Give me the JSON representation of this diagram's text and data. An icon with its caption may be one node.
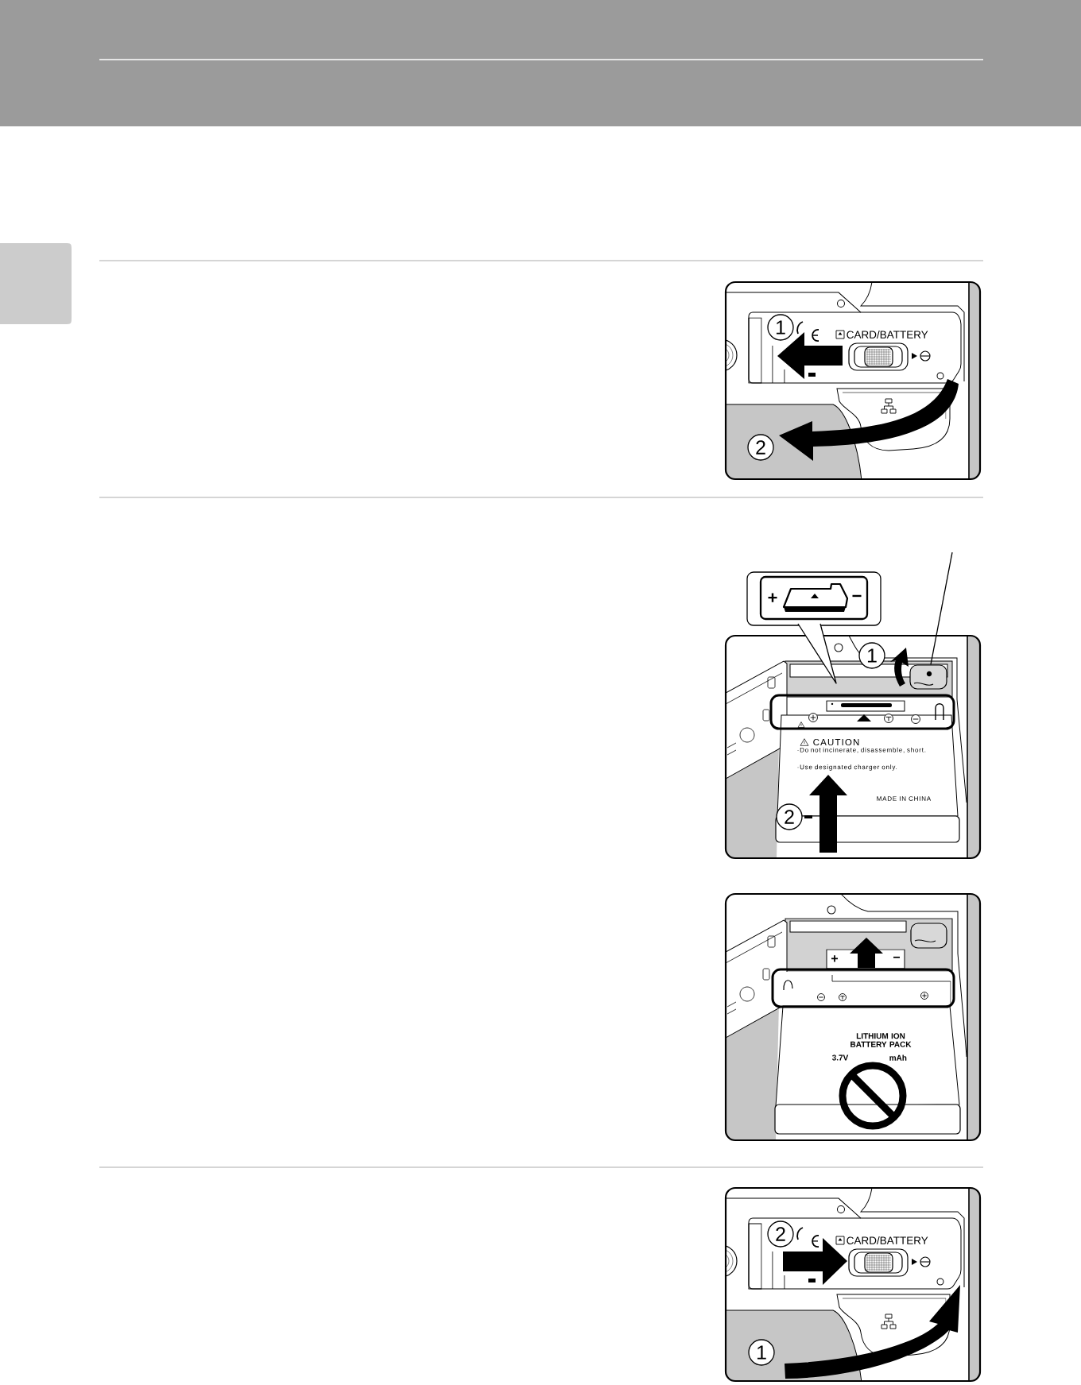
{
  "diagram": {
    "nodes": [
      {
        "text": [],
        "shape": "box"
      },
      {
        "text": [
          "+",
          "−"
        ]
      },
      {
        "text": [],
        "shape": "picture"
      }
    ],
    "edges": [
      {
        "from": null,
        "to": 2,
        "arrow": "none"
      }
    ],
    "labels": [
      "1",
      "CARD/BATTERY",
      "2",
      "1",
      "CAUTION",
      "·Do not incinerate, disassemble, short.",
      "·Use designated charger only.",
      "MADE IN CHINA",
      "2",
      "+",
      "−",
      "LITHIUM ION BATTERY PACK",
      "3.7V",
      "mAh",
      "2",
      "CARD/BATTERY",
      "1"
    ]
  }
}
